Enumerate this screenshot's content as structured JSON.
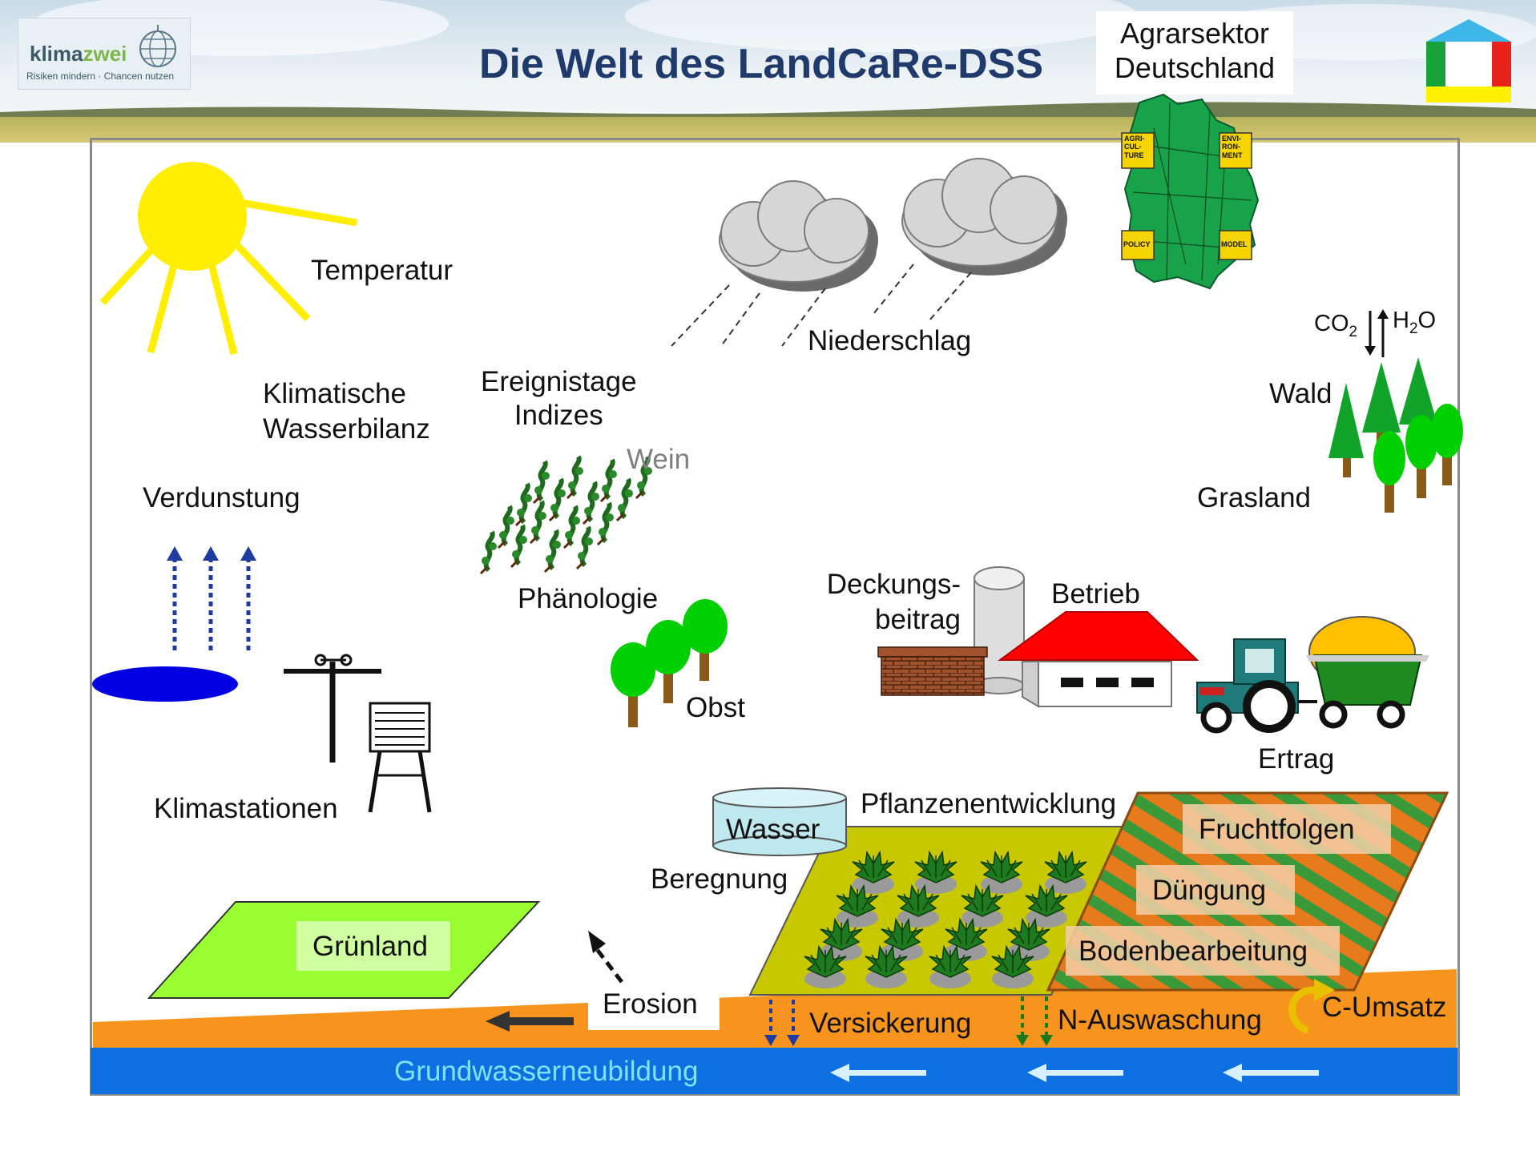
{
  "header": {
    "title": "Die Welt des LandCaRe-DSS",
    "agrarsektor_line1": "Agrarsektor",
    "agrarsektor_line2": "Deutschland",
    "logo_name_prefix": "klima",
    "logo_name_suffix": "zwei",
    "logo_tagline": "Risiken mindern · Chancen nutzen"
  },
  "map_badges": {
    "agriculture": [
      "AGRI-",
      "CUL-",
      "TURE"
    ],
    "environment": [
      "ENVI-",
      "RON-",
      "MENT"
    ],
    "policy": "POLICY",
    "model": "MODEL"
  },
  "labels": {
    "temperatur": "Temperatur",
    "niederschlag": "Niederschlag",
    "klimatische_1": "Klimatische",
    "klimatische_2": "Wasserbilanz",
    "ereignis_1": "Ereignistage",
    "ereignis_2": "Indizes",
    "wein": "Wein",
    "verdunstung": "Verdunstung",
    "phaenologie": "Phänologie",
    "obst": "Obst",
    "klimastationen": "Klimastationen",
    "deckung_1": "Deckungs-",
    "deckung_2": "beitrag",
    "betrieb": "Betrieb",
    "ertrag": "Ertrag",
    "wald": "Wald",
    "grasland": "Grasland",
    "co2": "CO",
    "co2_sub": "2",
    "h2o_h": "H",
    "h2o_sub": "2",
    "h2o_o": "O",
    "wasser": "Wasser",
    "pflanzenentwicklung": "Pflanzenentwicklung",
    "beregnung": "Beregnung",
    "gruenland": "Grünland",
    "fruchtfolgen": "Fruchtfolgen",
    "duengung": "Düngung",
    "bodenbearbeitung": "Bodenbearbeitung",
    "erosion": "Erosion",
    "versickerung": "Versickerung",
    "n_auswaschung": "N-Auswaschung",
    "c_umsatz": "C-Umsatz",
    "grundwasser": "Grundwasserneubildung"
  },
  "colors": {
    "title": "#1f3a6b",
    "sun": "#ffee00",
    "soil": "#f7941d",
    "groundwater": "#0d6fe0",
    "groundwater_text": "#7fe3ff",
    "map_green": "#18a24a",
    "evap_arrow": "#1f3aa0",
    "grassland": "#99ff33",
    "field": "#c8c800",
    "wein_text": "#7f7f7f"
  }
}
